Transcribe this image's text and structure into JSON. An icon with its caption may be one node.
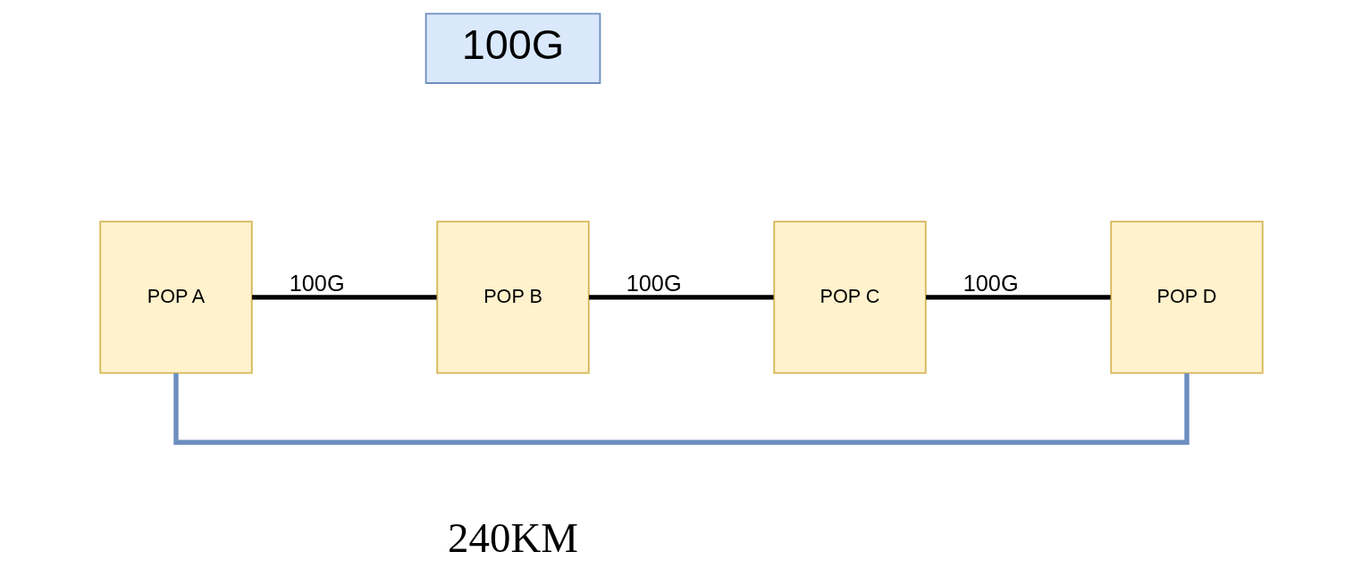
{
  "diagram": {
    "nodes": [
      {
        "text": [
          "100G"
        ]
      },
      {
        "text": [
          "POP A"
        ]
      },
      {
        "text": [
          "POP B"
        ]
      },
      {
        "text": [
          "POP C"
        ]
      },
      {
        "text": [
          "POP D"
        ]
      }
    ],
    "edges": [
      {
        "from": 1,
        "to": 4,
        "arrow": "none",
        "color": "#6c8ebf"
      },
      {
        "from": 1,
        "to": 2,
        "arrow": "none",
        "label": "100G"
      },
      {
        "from": 2,
        "to": 3,
        "arrow": "none",
        "label": "100G"
      },
      {
        "from": 3,
        "to": 4,
        "arrow": "none",
        "label": "100G"
      }
    ],
    "labels": [
      "240KM"
    ]
  }
}
